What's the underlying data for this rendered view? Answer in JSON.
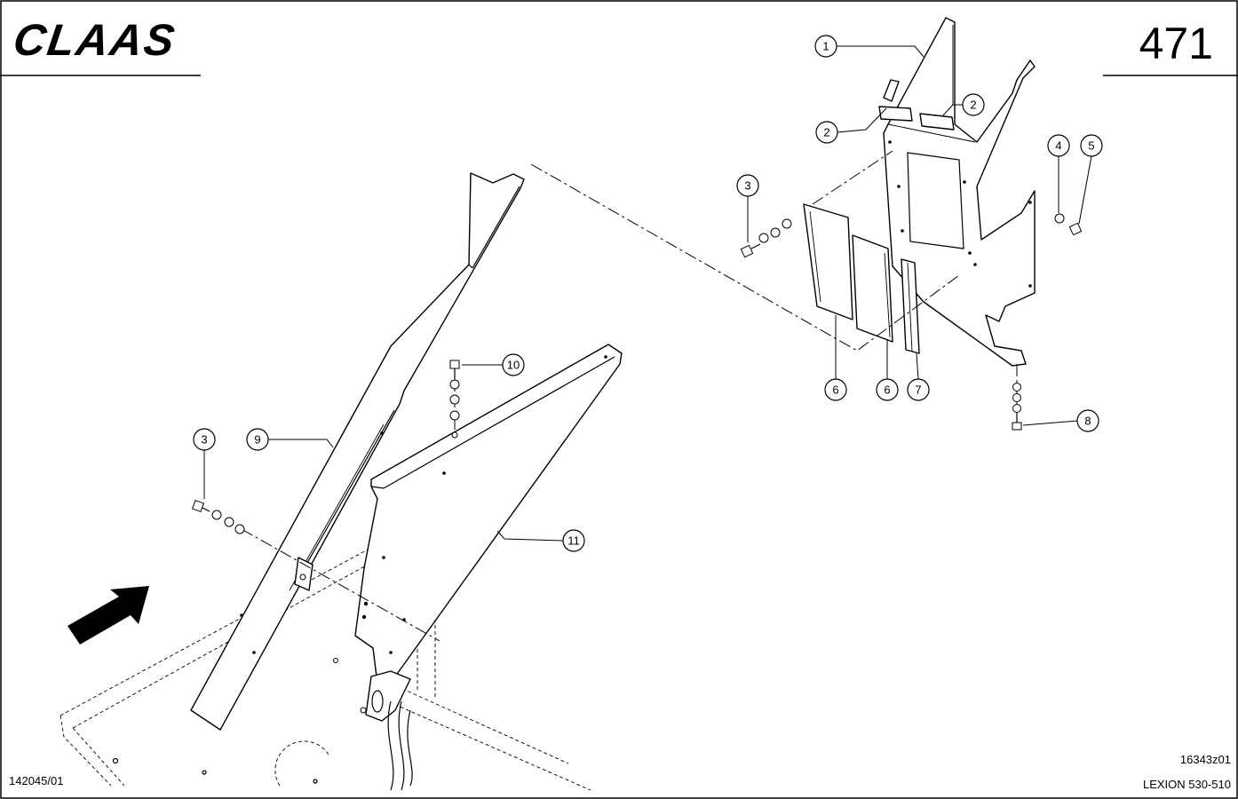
{
  "header": {
    "logo": "CLAAS",
    "page_number": "471"
  },
  "callouts": [
    "1",
    "2",
    "2",
    "3",
    "4",
    "5",
    "6",
    "6",
    "7",
    "8",
    "3",
    "9",
    "10",
    "11"
  ],
  "footer": {
    "drawing_id": "16343z01",
    "model": "LEXION 530-510",
    "doc_ref": "142045/01"
  }
}
